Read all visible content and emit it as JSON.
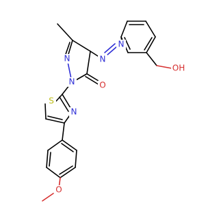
{
  "colors": {
    "background": "#ffffff",
    "carbon_bond": "#000000",
    "nitrogen": "#2f2fd6",
    "oxygen": "#d62f2f",
    "sulfur": "#bdbd18"
  },
  "atoms": {
    "pyrazole_n2": "N",
    "pyrazole_n1": "N",
    "azo_n_left": "N",
    "azo_n_right": "N",
    "carbonyl_o": "O",
    "hydroxyl_oh": "OH",
    "thiazole_s": "S",
    "thiazole_n": "N",
    "methoxy_o": "O"
  }
}
